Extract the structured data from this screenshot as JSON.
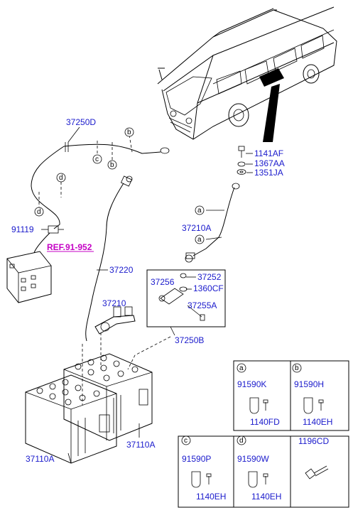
{
  "labels": {
    "p37250D": "37250D",
    "p91119": "91119",
    "ref": "REF.91-952",
    "p37220": "37220",
    "p37210": "37210",
    "p37110A_left": "37110A",
    "p37110A_right": "37110A",
    "p1141AF": "1141AF",
    "p1367AA": "1367AA",
    "p1351JA": "1351JA",
    "p37210A": "37210A",
    "p37256": "37256",
    "p37252": "37252",
    "p1360CF": "1360CF",
    "p37255A": "37255A",
    "p37250B": "37250B"
  },
  "callouts": {
    "a": "a",
    "b": "b",
    "c": "c",
    "d": "d"
  },
  "detail_table": {
    "cells": [
      {
        "letter": "a",
        "part": "91590K",
        "sub": "1140FD"
      },
      {
        "letter": "b",
        "part": "91590H",
        "sub": "1140EH"
      },
      {
        "letter": "c",
        "part": "91590P",
        "sub": "1140EH"
      },
      {
        "letter": "d",
        "part": "91590W",
        "sub": "1140EH"
      },
      {
        "letter": "",
        "part": "1196CD",
        "sub": ""
      }
    ]
  }
}
